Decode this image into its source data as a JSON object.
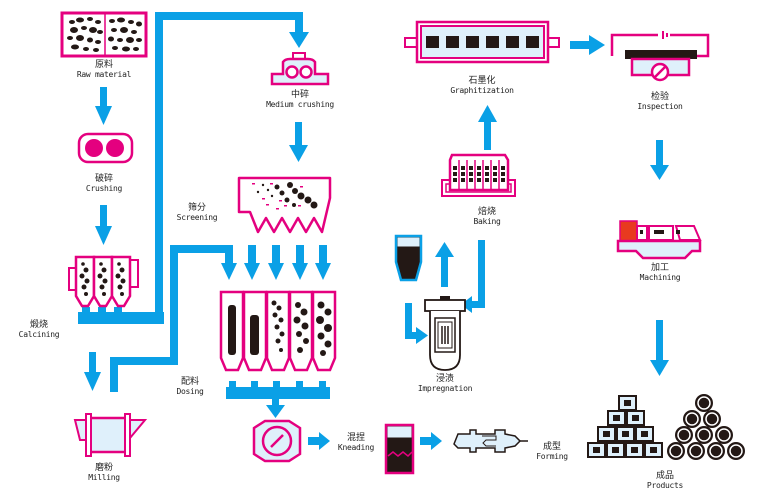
{
  "title": "Graphite electrode production process flow",
  "colors": {
    "flow": "#0aa0e6",
    "equipment": "#e4007f",
    "fill": "#dff0fb",
    "material": "#231815",
    "accent": "#e83a1f"
  },
  "steps": {
    "raw_material": {
      "zh": "原料",
      "en": "Raw material"
    },
    "crushing": {
      "zh": "破碎",
      "en": "Crushing"
    },
    "calcining": {
      "zh": "煅烧",
      "en": "Calcining"
    },
    "milling": {
      "zh": "磨粉",
      "en": "Milling"
    },
    "medium_crushing": {
      "zh": "中碎",
      "en": "Medium crushing"
    },
    "screening": {
      "zh": "筛分",
      "en": "Screening"
    },
    "dosing": {
      "zh": "配料",
      "en": "Dosing"
    },
    "kneading": {
      "zh": "混捏",
      "en": "Kneading"
    },
    "forming": {
      "zh": "成型",
      "en": "Forming"
    },
    "impregnation": {
      "zh": "浸渍",
      "en": "Impregnation"
    },
    "baking": {
      "zh": "焙烧",
      "en": "Baking"
    },
    "graphitization": {
      "zh": "石墨化",
      "en": "Graphitization"
    },
    "inspection": {
      "zh": "检验",
      "en": "Inspection"
    },
    "machining": {
      "zh": "加工",
      "en": "Machining"
    },
    "products": {
      "zh": "成品",
      "en": "Products"
    }
  }
}
